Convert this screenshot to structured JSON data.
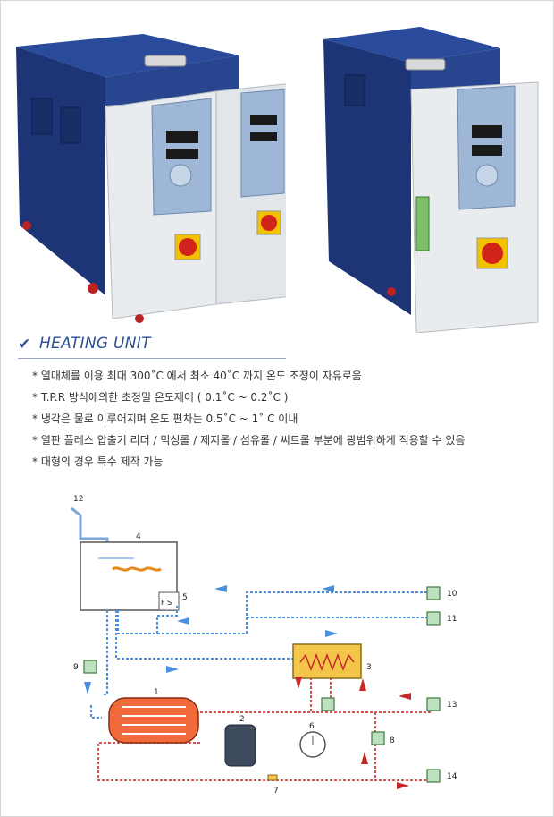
{
  "heading": {
    "check_icon": "✔",
    "title": "HEATING UNIT"
  },
  "bullets": [
    "* 열매체를 이용 최대 300˚C 에서 최소 40˚C 까지 온도 조정이 자유로움",
    "* T.P.R 방식에의한 초정밀 온도제어 ( 0.1˚C ~ 0.2˚C )",
    "* 냉각은 물로 이루어지며 온도 편차는 0.5˚C ~ 1˚ C 이내",
    "* 열판 플레스 압출기 리더 / 믹싱롤 / 제지롤 / 섬유롤 / 씨트롤 부분에 광범위하게 적용할 수 있음",
    "* 대형의 경우 특수 제작 가능"
  ],
  "diagram": {
    "labels": [
      "1",
      "2",
      "3",
      "4",
      "5",
      "6",
      "7",
      "8",
      "9",
      "10",
      "11",
      "12",
      "13",
      "14"
    ],
    "fs_label": "F S"
  },
  "colors": {
    "accent": "#2e4f93",
    "pipe_blue": "#4a8fe0",
    "pipe_red": "#d9534f",
    "arrow_red": "#c62828",
    "unit_blue": "#1f3d86"
  }
}
